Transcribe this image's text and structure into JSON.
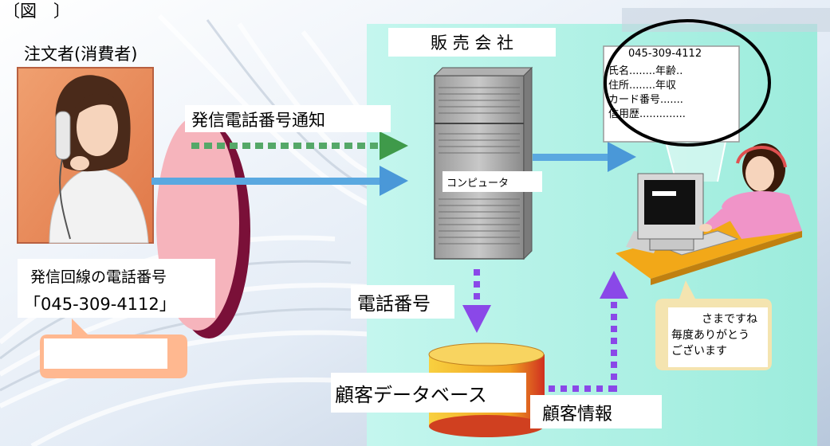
{
  "figure_label": "〔図　〕",
  "caller_title": "注文者(消費者)",
  "company_title": "販 売 会 社",
  "caller_id_notice": "発信電話番号通知",
  "computer_label": "コンピュータ",
  "line_number_label": "発信回線の電話番号",
  "line_number_value": "「045-309-4112」",
  "phone_number_label": "電話番号",
  "database_label": "顧客データベース",
  "customer_info_label": "顧客情報",
  "screen_popup": {
    "phone": "045-309-4112",
    "name_age": "氏名........年齢..",
    "address_income": "住所........年収",
    "card_number": "カード番号.......",
    "credit_history": "信用歴.............."
  },
  "operator_speech": {
    "line1": "さまですね",
    "line2": "毎度ありがとう",
    "line3": "ございます"
  },
  "colors": {
    "company_panel": "#a8f0e4",
    "notice_arrow": "#55a868",
    "call_arrow": "#5aa8e0",
    "db_arrow": "#8a48e8",
    "speech_bubble": "#ffb890",
    "lens": "#f6b4bc",
    "database": "#f0b030"
  }
}
